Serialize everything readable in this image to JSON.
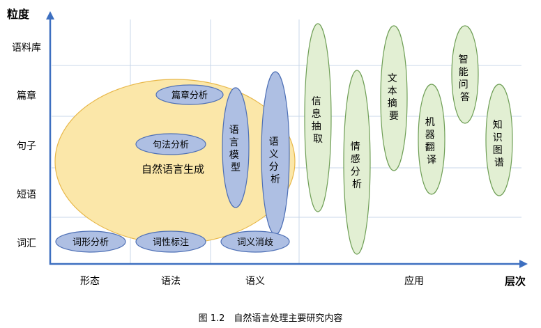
{
  "axes": {
    "y_title": "粒度",
    "x_title": "层次",
    "y_levels": [
      "语料库",
      "篇章",
      "句子",
      "短语",
      "词汇"
    ],
    "x_levels": [
      "形态",
      "语法",
      "语义",
      "应用"
    ]
  },
  "big_region": {
    "label": "自然语言生成"
  },
  "tasks_horizontal": [
    {
      "label": "篇章分析"
    },
    {
      "label": "句法分析"
    },
    {
      "label": "词形分析"
    },
    {
      "label": "词性标注"
    },
    {
      "label": "词义消歧"
    }
  ],
  "tasks_vertical_semantic": [
    {
      "label": "语言模型",
      "chars": [
        "语",
        "言",
        "模",
        "型"
      ]
    },
    {
      "label": "语义分析",
      "chars": [
        "语",
        "义",
        "分",
        "析"
      ]
    }
  ],
  "tasks_applications": [
    {
      "label": "信息抽取",
      "chars": [
        "信",
        "息",
        "抽",
        "取"
      ]
    },
    {
      "label": "情感分析",
      "chars": [
        "情",
        "感",
        "分",
        "析"
      ]
    },
    {
      "label": "文本摘要",
      "chars": [
        "文",
        "本",
        "摘",
        "要"
      ]
    },
    {
      "label": "机器翻译",
      "chars": [
        "机",
        "器",
        "翻",
        "译"
      ]
    },
    {
      "label": "智能问答",
      "chars": [
        "智",
        "能",
        "问",
        "答"
      ]
    },
    {
      "label": "知识图谱",
      "chars": [
        "知",
        "识",
        "图",
        "谱"
      ]
    }
  ],
  "caption": "图 1.2　自然语言处理主要研究内容",
  "colors": {
    "axis": "#3d6fc0",
    "grid": "#c9d7ea",
    "big_fill": "#fbe7a9",
    "big_stroke": "#e8b84a",
    "blue_fill": "#aebfe3",
    "blue_stroke": "#4d6fb5",
    "green_fill": "#e2efd3",
    "green_stroke": "#6e9e55"
  }
}
